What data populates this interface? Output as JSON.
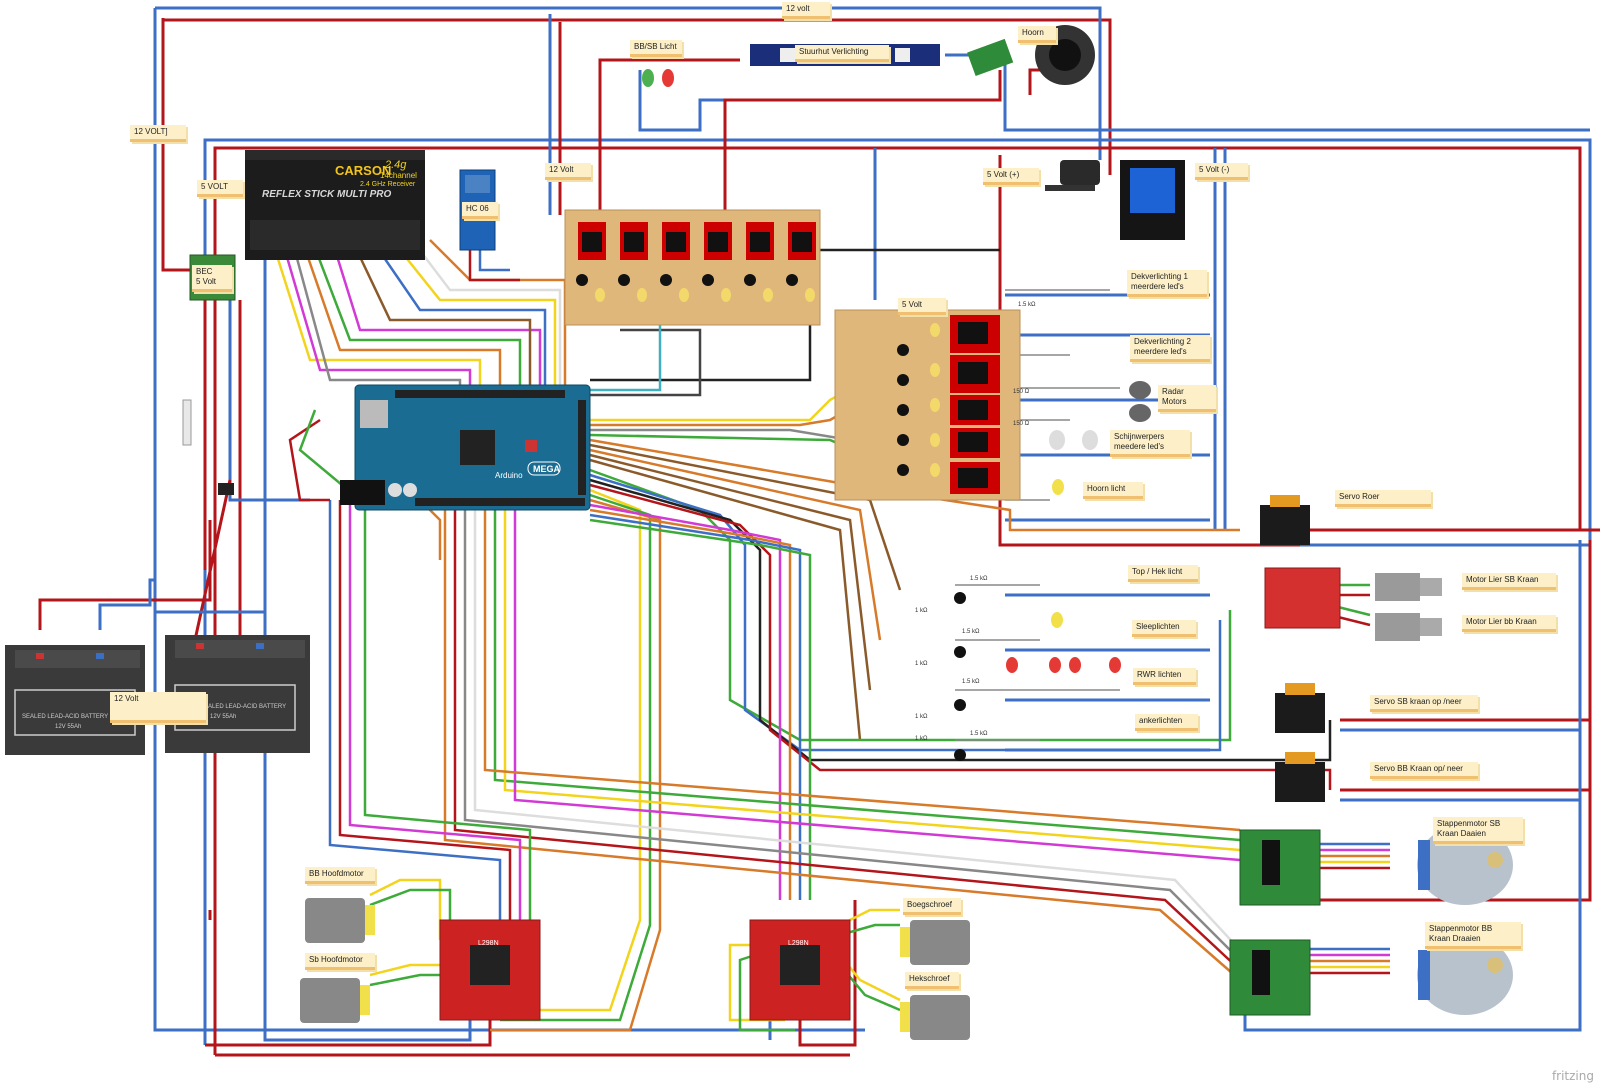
{
  "labels": {
    "v12_top": "12 volt",
    "v12_left": "12 VOLT]",
    "v5_left": "5 VOLT",
    "bec": "BEC\n5 Volt",
    "bbsb": "BB/SB Licht",
    "stuurhut": "Stuurhut Verlichting",
    "hoorn": "Hoorn",
    "hc06": "HC 06",
    "v12_mid": "12 Volt",
    "v5_plus": "5 Volt (+)",
    "v5_minus": "5 Volt (-)",
    "v5_board": "5 Volt",
    "dek1": "Dekverlichting 1\nmeerdere led's",
    "dek2": "Dekverlichting 2\nmeerdere led's",
    "radar": "Radar\nMotors",
    "schijn": "Schijnwerpers\nmeedere led's",
    "hoornlicht": "Hoorn licht",
    "servoroer": "Servo Roer",
    "tophek": "Top / Hek licht",
    "sleep": "Sleeplichten",
    "rwr": "RWR lichten",
    "anker": "ankerlichten",
    "liersb": "Motor Lier SB Kraan",
    "lierbb": "Motor Lier bb Kraan",
    "servosb": "Servo SB kraan op /neer",
    "servobb": "Servo BB Kraan op/ neer",
    "stapsb": "Stappenmotor SB\nKraan Daaien",
    "stapbb": "Stappenmotor BB\nKraan Draaien",
    "bbhoofd": "BB Hoofdmotor",
    "sbhoofd": "Sb Hoofdmotor",
    "boeg": "Boegschroef",
    "hek": "Hekschroef",
    "bat": "12 Volt"
  },
  "components": {
    "receiver_brand": "CARSON",
    "receiver_freq": "2.4g",
    "receiver_ch": "14channel",
    "receiver_desc": "2.4 GHz Receiver",
    "receiver_model": "REFLEX STICK MULTI PRO",
    "arduino_brand": "Arduino",
    "arduino_model": "MEGA",
    "battery_text": "SEALED LEAD-ACID BATTERY",
    "battery_spec": "12V 55Ah",
    "driver_model": "L298N",
    "res_1k5": "1.5 kΩ",
    "res_1k": "1 kΩ",
    "res_150": "150 Ω"
  },
  "watermark": "fritzing",
  "colors": {
    "wire_red": "#b3151a",
    "wire_blue": "#3d6fc4",
    "note_bg": "#fdf0c8",
    "pcb_arduino": "#1a6c93",
    "proto_board": "#e0b77a"
  }
}
